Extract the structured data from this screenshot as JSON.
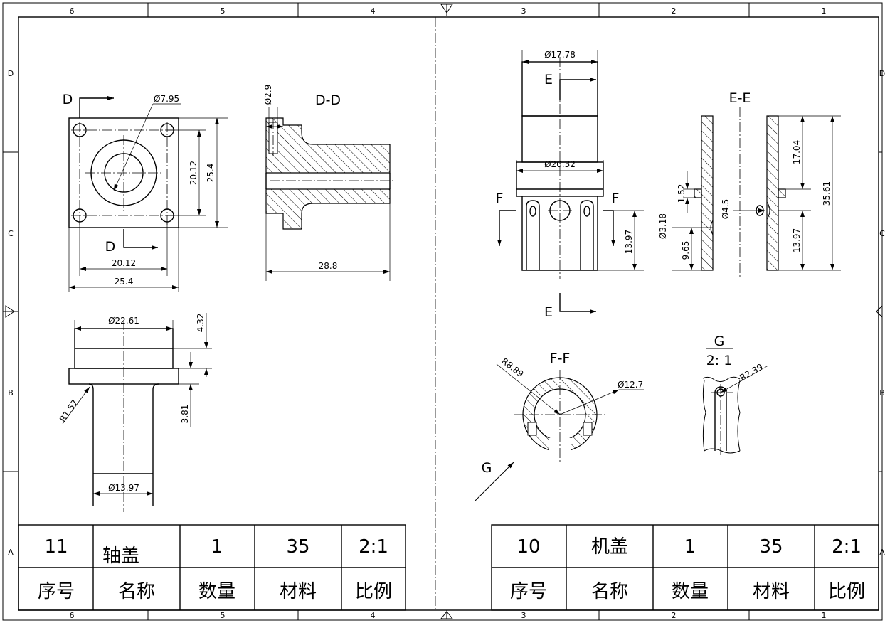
{
  "zones": {
    "columns": [
      "6",
      "5",
      "4",
      "3",
      "2",
      "1"
    ],
    "rows": [
      "D",
      "C",
      "B",
      "A"
    ]
  },
  "left_part": {
    "section_label": "D-D",
    "cut_letter": "D",
    "dims": {
      "hole_dia": "Ø7.95",
      "pcd_inner": "20.12",
      "pcd_outer": "25.4",
      "bottom_inner": "20.12",
      "bottom_outer": "25.4",
      "small_dia": "Ø2.9",
      "length": "28.8",
      "top_dia": "Ø22.61",
      "shaft_dia": "Ø13.97",
      "fillet": "R1.57",
      "h1": "4.32",
      "h2": "3.81"
    }
  },
  "right_part": {
    "section_e": "E-E",
    "section_f": "F-F",
    "detail_label": "G",
    "detail_scale": "2: 1",
    "cut_e": "E",
    "cut_f": "F",
    "cut_g": "G",
    "dims": {
      "top_dia": "Ø17.78",
      "flange_dia": "Ø20.32",
      "h_lower": "13.97",
      "slot_w": "Ø3.18",
      "slot_h": "9.65",
      "rim": "1.52",
      "hole": "Ø4.5",
      "upper": "17.04",
      "total": "35.61",
      "lower": "13.97",
      "r_outer": "R8.89",
      "bore": "Ø12.7",
      "detail_r": "R2.39"
    }
  },
  "title_blocks": [
    {
      "values": {
        "index": "11",
        "name": "轴盖",
        "qty": "1",
        "material": "35",
        "scale": "2:1"
      },
      "headers": {
        "index": "序号",
        "name": "名称",
        "qty": "数量",
        "material": "材料",
        "scale": "比例"
      }
    },
    {
      "values": {
        "index": "10",
        "name": "机盖",
        "qty": "1",
        "material": "35",
        "scale": "2:1"
      },
      "headers": {
        "index": "序号",
        "name": "名称",
        "qty": "数量",
        "material": "材料",
        "scale": "比例"
      }
    }
  ]
}
